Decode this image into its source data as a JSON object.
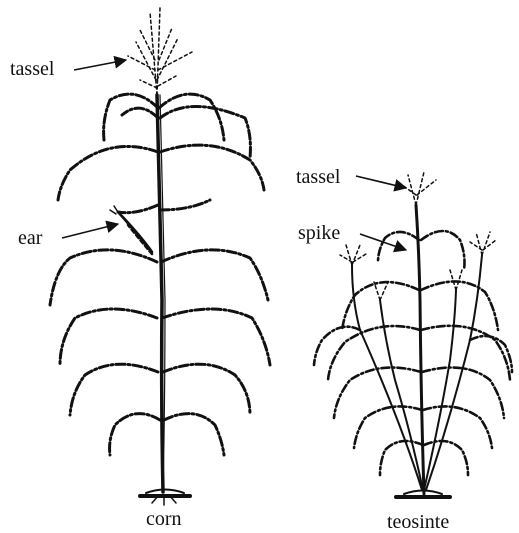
{
  "labels": {
    "corn": {
      "tassel": "tassel",
      "ear": "ear",
      "name": "corn"
    },
    "teosinte": {
      "tassel": "tassel",
      "spike": "spike",
      "name": "teosinte"
    }
  },
  "colors": {
    "ink": "#111111",
    "background": "#ffffff"
  }
}
